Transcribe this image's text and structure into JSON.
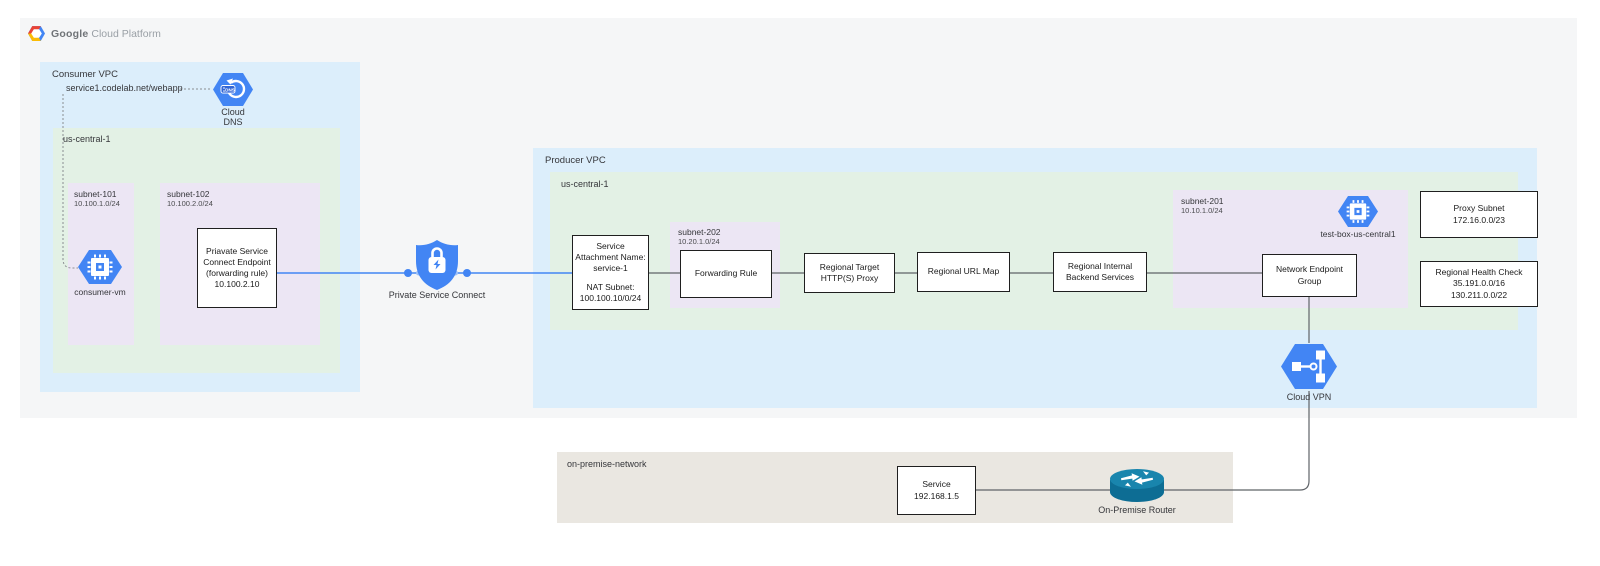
{
  "header": {
    "brand_primary": "Google",
    "brand_secondary": "Cloud Platform"
  },
  "consumer_vpc": {
    "label": "Consumer VPC",
    "dns_domain": "service1.codelab.net/webapp",
    "cloud_dns": {
      "line1": "Cloud",
      "line2": "DNS"
    },
    "region": {
      "label": "us-central-1"
    },
    "subnet_101": {
      "name": "subnet-101",
      "cidr": "10.100.1.0/24",
      "vm_label": "consumer-vm"
    },
    "subnet_102": {
      "name": "subnet-102",
      "cidr": "10.100.2.0/24",
      "endpoint_box": "Priavate Service Connect Endpoint (forwarding rule) 10.100.2.10"
    }
  },
  "psc": {
    "label": "Private Service Connect"
  },
  "producer_vpc": {
    "label": "Producer VPC",
    "region": {
      "label": "us-central-1"
    },
    "service_attachment": {
      "line1": "Service Attachment Name: service-1",
      "line2": "NAT Subnet: 100.100.10/0/24"
    },
    "subnet_202": {
      "name": "subnet-202",
      "cidr": "10.20.1.0/24",
      "box": "Forwarding Rule"
    },
    "target_proxy": "Regional Target HTTP(S) Proxy",
    "url_map": "Regional URL Map",
    "backend_services": "Regional Internal Backend Services",
    "subnet_201": {
      "name": "subnet-201",
      "cidr": "10.10.1.0/24",
      "vm_label": "test-box-us-central1"
    },
    "neg": "Network Endpoint Group",
    "proxy_subnet": {
      "title": "Proxy Subnet",
      "cidr": "172.16.0.0/23"
    },
    "health_check": {
      "title": "Regional Health Check",
      "cidr1": "35.191.0.0/16",
      "cidr2": "130.211.0.0/22"
    }
  },
  "cloud_vpn": {
    "label": "Cloud VPN"
  },
  "on_premise": {
    "label": "on-premise-network",
    "service_box": {
      "title": "Service",
      "ip": "192.168.1.5"
    },
    "router_label": "On-Premise Router"
  },
  "colors": {
    "vpc_blue": "#dceefb",
    "region_green": "#e3f1e5",
    "subnet_purple": "#ece6f4",
    "onprem_beige": "#eae7e1",
    "panel_gray": "#f5f6f7",
    "accent_blue": "#4285f4",
    "connector_gray": "#616161",
    "router_teal": "#0d6d94"
  }
}
